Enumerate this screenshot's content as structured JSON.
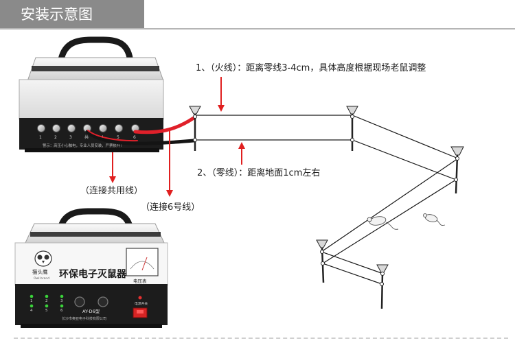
{
  "header": {
    "title": "安装示意图"
  },
  "annotations": {
    "live_wire": "1、（火线）：距离零线3-4cm，具体高度根据现场老鼠调整",
    "neutral_wire": "2、（零线）：距离地面1cm左右",
    "connect_common": "（连接共用线）",
    "connect_6": "（连接6号线）"
  },
  "device_top": {
    "terminal_numbers": [
      "1",
      "2",
      "3",
      "4",
      "5",
      "6"
    ],
    "terminal_extra_label": "共",
    "warning": "警示：高压小心触电，专业人员安装，严禁损坏！"
  },
  "device_bottom": {
    "brand": "猫头鹰",
    "brand_sub": "Owl brand",
    "product_name": "环保电子灭鼠器",
    "meter_label": "电压表",
    "model": "AY-D6型",
    "power_label": "电源开关",
    "manufacturer": "长沙市奥亚电子科技有限公司",
    "indicator_numbers": [
      "1",
      "2",
      "3",
      "4",
      "5",
      "6"
    ]
  },
  "colors": {
    "header_bg": "#8a8a8a",
    "arrow_red": "#e01f1f",
    "wire_red": "#e0202a",
    "device_black": "#1c1c1c"
  }
}
